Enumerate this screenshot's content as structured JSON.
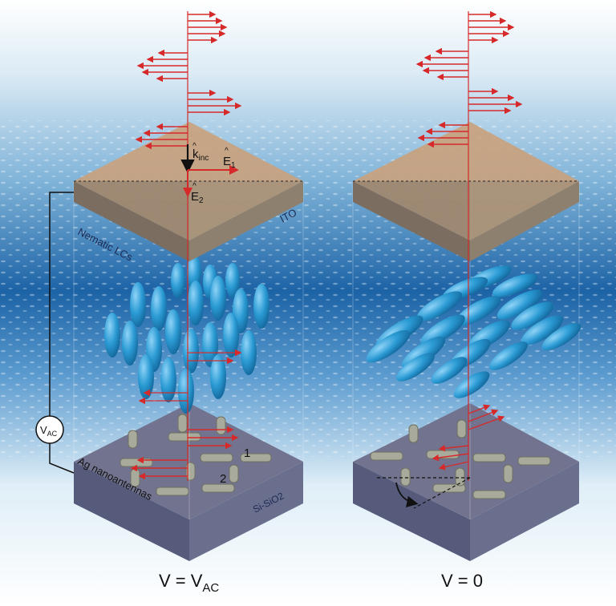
{
  "left_panel": {
    "k_label": "k",
    "k_sub": "inc",
    "e1_label": "E",
    "e1_sub": "1",
    "e2_label": "E",
    "e2_sub": "2",
    "ito_label": "ITO",
    "lc_label": "Nematic LCs",
    "vac_label": "V",
    "vac_sub": "AC",
    "antenna_label": "Ag nanoantennas",
    "substrate_label": "Si-SiO2",
    "antenna_1": "1",
    "antenna_2": "2",
    "caption_main": "V = V",
    "caption_sub": "AC"
  },
  "right_panel": {
    "caption": "V = 0"
  },
  "colors": {
    "background_band": "#1e6fb0",
    "ito_top": "#d8a97c",
    "ito_side": "#8b7b67",
    "lc": "#2b9bd4",
    "substrate_top": "#6d6e88",
    "substrate_side": "#565b7c",
    "arrow": "#d62a2a"
  }
}
